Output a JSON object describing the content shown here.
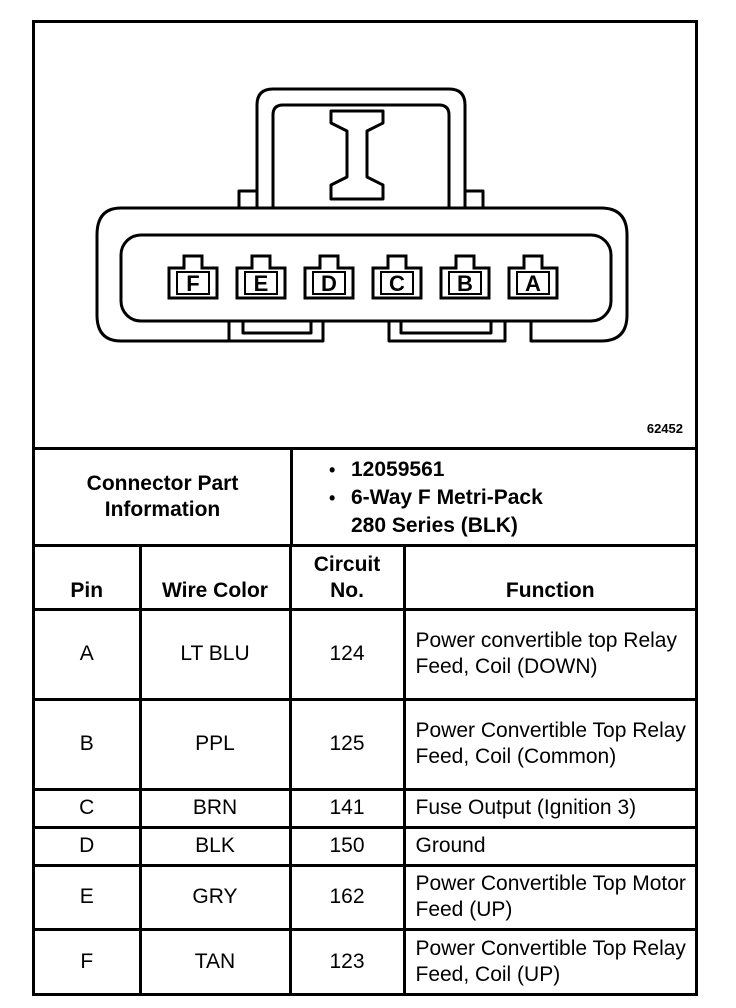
{
  "figure": {
    "number": "62452",
    "cavities": [
      "F",
      "E",
      "D",
      "C",
      "B",
      "A"
    ]
  },
  "connector_info": {
    "label": "Connector Part Information",
    "items": [
      "12059561",
      "6-Way F Metri-Pack 280 Series (BLK)"
    ]
  },
  "table": {
    "headers": {
      "pin": "Pin",
      "wire_color": "Wire Color",
      "circuit": "Circuit No.",
      "function": "Function"
    },
    "rows": [
      {
        "pin": "A",
        "wire_color": "LT BLU",
        "circuit": "124",
        "function": "Power convertible top Relay Feed, Coil (DOWN)"
      },
      {
        "pin": "B",
        "wire_color": "PPL",
        "circuit": "125",
        "function": "Power Convertible Top Relay Feed, Coil (Common)"
      },
      {
        "pin": "C",
        "wire_color": "BRN",
        "circuit": "141",
        "function": "Fuse Output (Ignition 3)"
      },
      {
        "pin": "D",
        "wire_color": "BLK",
        "circuit": "150",
        "function": "Ground"
      },
      {
        "pin": "E",
        "wire_color": "GRY",
        "circuit": "162",
        "function": "Power Convertible Top Motor Feed (UP)"
      },
      {
        "pin": "F",
        "wire_color": "TAN",
        "circuit": "123",
        "function": "Power Convertible Top Relay Feed, Coil (UP)"
      }
    ]
  }
}
